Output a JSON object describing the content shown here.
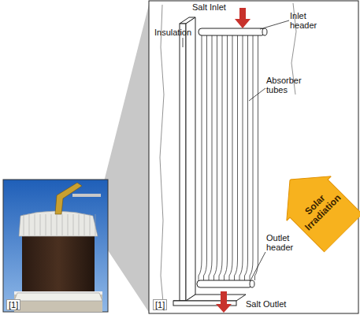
{
  "diagram": {
    "nodes": [
      {
        "text": [
          "Solar Irradiation"
        ]
      }
    ],
    "labels": [
      "Salt Inlet",
      "Inlet header",
      "Insulation",
      "Absorber tubes",
      "Outlet header",
      "Salt Outlet",
      "[1]",
      "[1]"
    ]
  }
}
